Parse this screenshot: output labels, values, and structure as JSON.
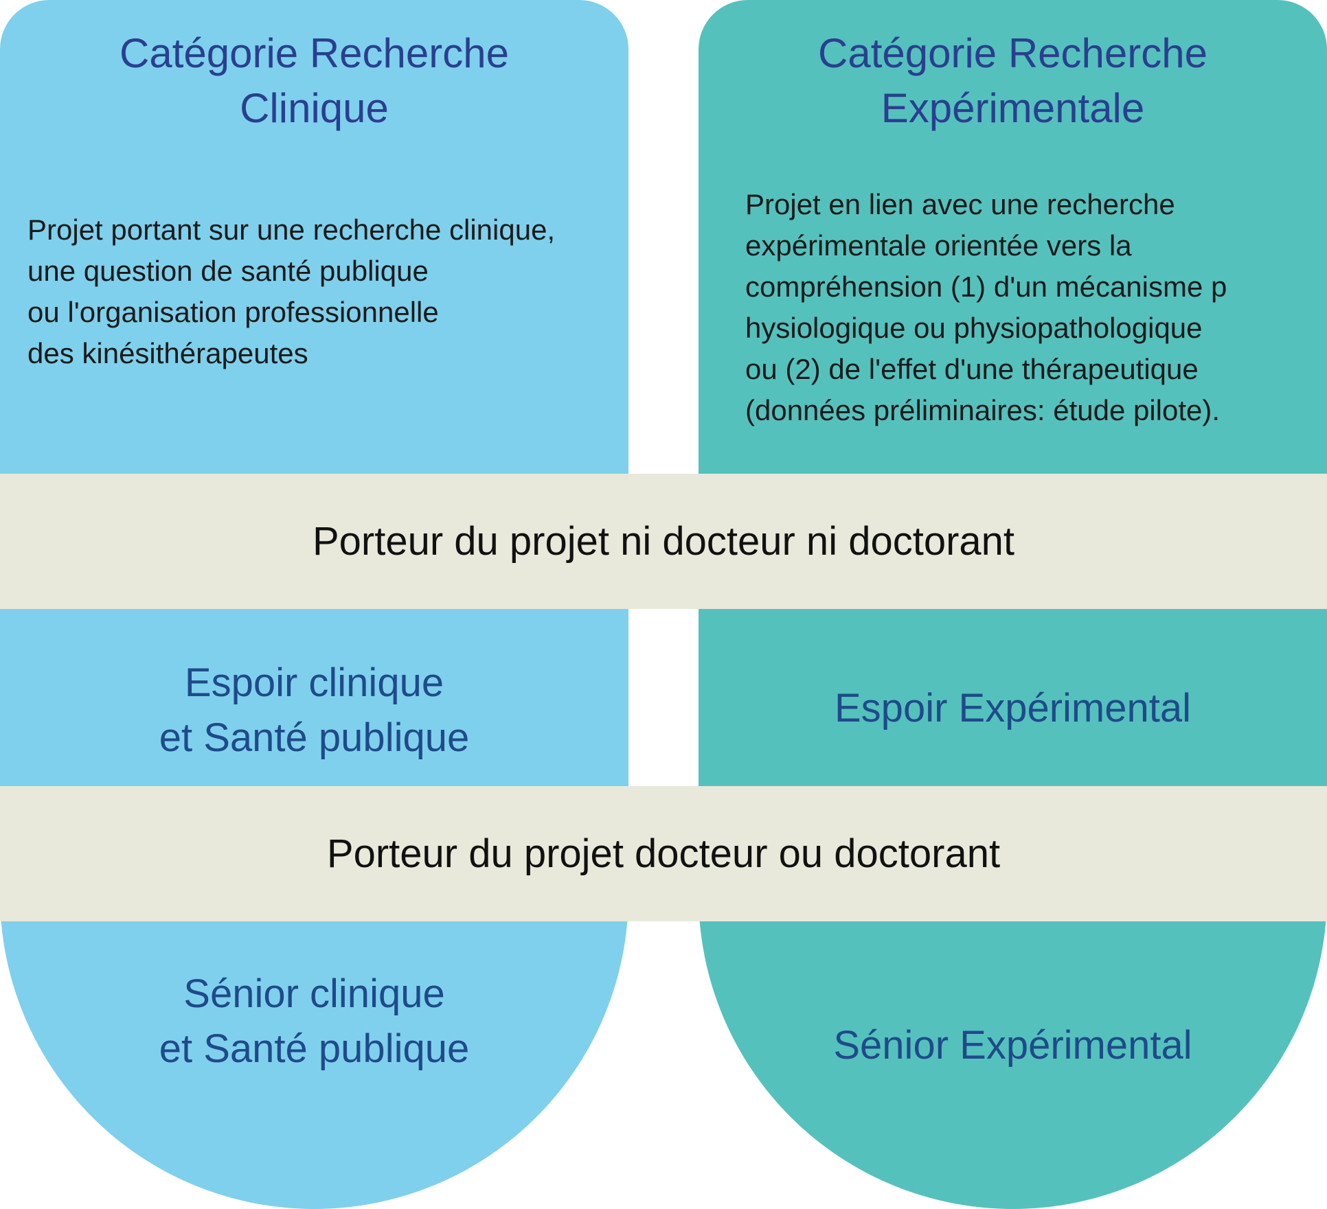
{
  "colors": {
    "clinique": "#7fd0ec",
    "experimentale": "#55c1bd",
    "band": "#e9e9db",
    "title_text": "#2a3f8f"
  },
  "clinique": {
    "title": [
      "Catégorie Recherche",
      "Clinique"
    ],
    "description": [
      "Projet portant sur une recherche clinique,",
      "une question de santé publique",
      "ou l'organisation professionnelle",
      "des kinésithérapeutes"
    ],
    "espoir": [
      "Espoir clinique",
      "et Santé publique"
    ],
    "senior": [
      "Sénior clinique",
      "et Santé publique"
    ]
  },
  "experimentale": {
    "title": [
      "Catégorie Recherche",
      "Expérimentale"
    ],
    "description": [
      "Projet en lien avec une recherche",
      "expérimentale  orientée vers la",
      "compréhension (1) d'un mécanisme p",
      "hysiologique ou physiopathologique",
      "ou (2) de l'effet d'une thérapeutique",
      "(données préliminaires: étude pilote)."
    ],
    "espoir": [
      "Espoir Expérimental"
    ],
    "senior": [
      "Sénior Expérimental"
    ]
  },
  "bands": {
    "non_docteur": "Porteur du projet ni docteur ni doctorant",
    "docteur": "Porteur du projet docteur ou doctorant"
  }
}
